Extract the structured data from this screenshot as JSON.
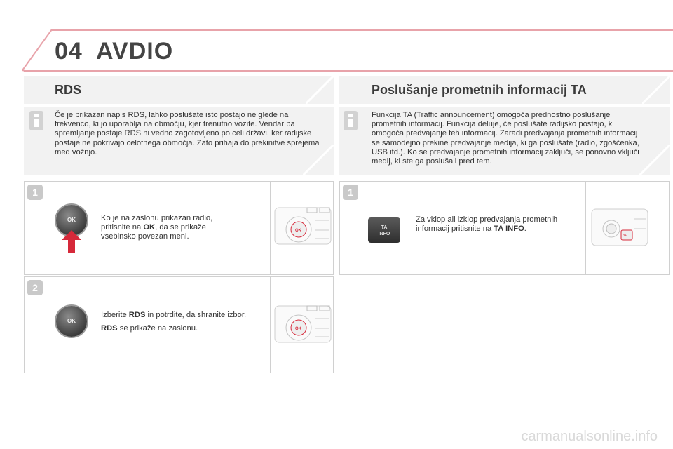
{
  "header": {
    "chapter_number": "04",
    "chapter_title": "AVDIO"
  },
  "left": {
    "section_title": "RDS",
    "info_text": "Če je prikazan napis RDS, lahko poslušate isto postajo ne glede na frekvenco, ki jo uporablja na območju, kjer trenutno vozite. Vendar pa spremljanje postaje RDS ni vedno zagotovljeno po celi državi, ker radijske postaje ne pokrivajo celotnega območja. Zato prihaja do prekinitve sprejema med vožnjo.",
    "step1": {
      "number": "1",
      "text_a": "Ko je na zaslonu prikazan radio, pritisnite na ",
      "text_b": "OK",
      "text_c": ", da se prikaže vsebinsko povezan meni.",
      "knob_label": "OK"
    },
    "step2": {
      "number": "2",
      "text_a": "Izberite ",
      "text_b": "RDS",
      "text_c": " in potrdite, da shranite izbor.",
      "text_d": "RDS",
      "text_e": " se prikaže na zaslonu.",
      "knob_label": "OK"
    }
  },
  "right": {
    "section_title": "Poslušanje prometnih informacij TA",
    "info_text": "Funkcija TA (Traffic announcement) omogoča prednostno poslušanje prometnih informacij. Funkcija deluje, če poslušate radijsko postajo, ki omogoča predvajanje teh informacij. Zaradi predvajanja prometnih informacij se samodejno prekine predvajanje medija, ki ga poslušate (radio, zgoščenka, USB itd.). Ko se predvajanje prometnih informacij zaključi, se ponovno vključi medij, ki ste ga poslušali pred tem.",
    "step1": {
      "number": "1",
      "text_a": "Za vklop ali izklop predvajanja prometnih informacij pritisnite na ",
      "text_b": "TA INFO",
      "text_c": ".",
      "button_line1": "TA",
      "button_line2": "INFO"
    }
  },
  "watermark": "carmanualsonline.info",
  "colors": {
    "accent": "#e8a3aa",
    "arrow": "#d6293a",
    "band": "#f2f2f2"
  }
}
